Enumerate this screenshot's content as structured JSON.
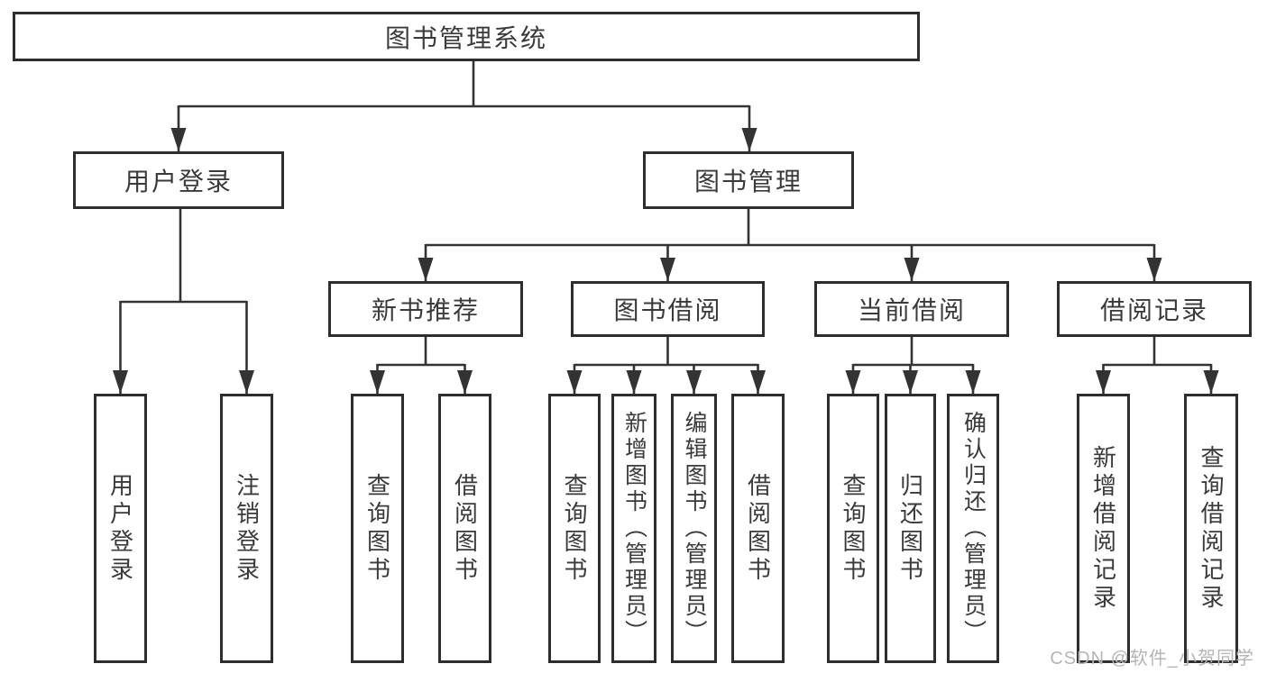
{
  "diagram": {
    "title": "图书管理系统",
    "level2": [
      {
        "id": "user-login",
        "label": "用户登录"
      },
      {
        "id": "book-management",
        "label": "图书管理"
      }
    ],
    "level3": [
      {
        "id": "new-book-recommend",
        "parent": "book-management",
        "label": "新书推荐"
      },
      {
        "id": "book-borrow",
        "parent": "book-management",
        "label": "图书借阅"
      },
      {
        "id": "current-borrow",
        "parent": "book-management",
        "label": "当前借阅"
      },
      {
        "id": "borrow-records",
        "parent": "book-management",
        "label": "借阅记录"
      }
    ],
    "leaves": [
      {
        "parent": "user-login",
        "label": "用户登录"
      },
      {
        "parent": "user-login",
        "label": "注销登录"
      },
      {
        "parent": "new-book-recommend",
        "label": "查询图书"
      },
      {
        "parent": "new-book-recommend",
        "label": "借阅图书"
      },
      {
        "parent": "book-borrow",
        "label": "查询图书"
      },
      {
        "parent": "book-borrow",
        "label": "新增图书（管理员）"
      },
      {
        "parent": "book-borrow",
        "label": "编辑图书（管理员）"
      },
      {
        "parent": "book-borrow",
        "label": "借阅图书"
      },
      {
        "parent": "current-borrow",
        "label": "查询图书"
      },
      {
        "parent": "current-borrow",
        "label": "归还图书"
      },
      {
        "parent": "current-borrow",
        "label": "确认归还（管理员）"
      },
      {
        "parent": "borrow-records",
        "label": "新增借阅记录"
      },
      {
        "parent": "borrow-records",
        "label": "查询借阅记录"
      }
    ],
    "watermark": "CSDN @软件_小贺同学",
    "colors": {
      "line": "#333333",
      "box_border": "#2d2d2d",
      "text": "#3a3a3a",
      "watermark_text": "#b5b5b5",
      "background": "#ffffff"
    }
  }
}
